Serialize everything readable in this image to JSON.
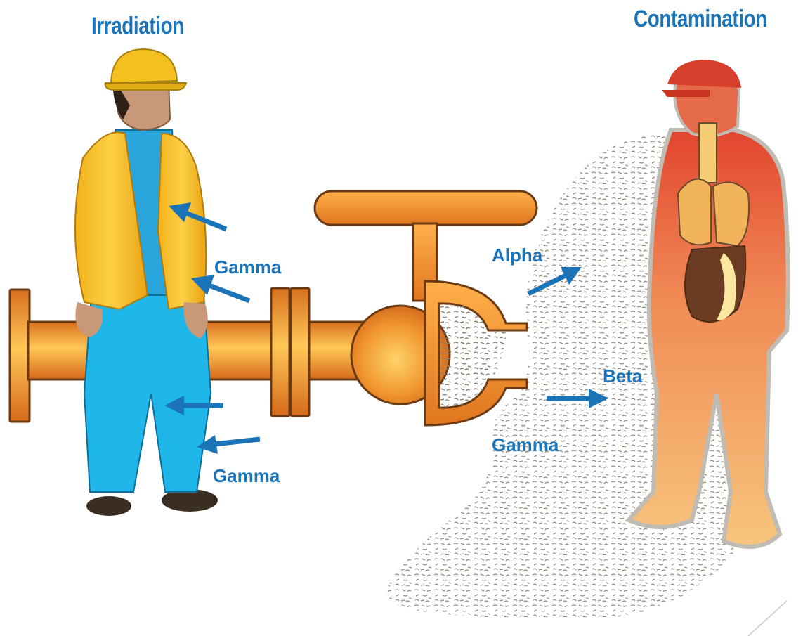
{
  "titles": {
    "left": "Irradiation",
    "right": "Contamination"
  },
  "labels": {
    "gamma_upper_left": "Gamma",
    "gamma_lower_left": "Gamma",
    "alpha": "Alpha",
    "beta": "Beta",
    "gamma_right": "Gamma"
  },
  "colors": {
    "label_blue": "#1b73b8",
    "pipe_orange": "#e8842a",
    "hazard_particles": "#8a8170"
  }
}
